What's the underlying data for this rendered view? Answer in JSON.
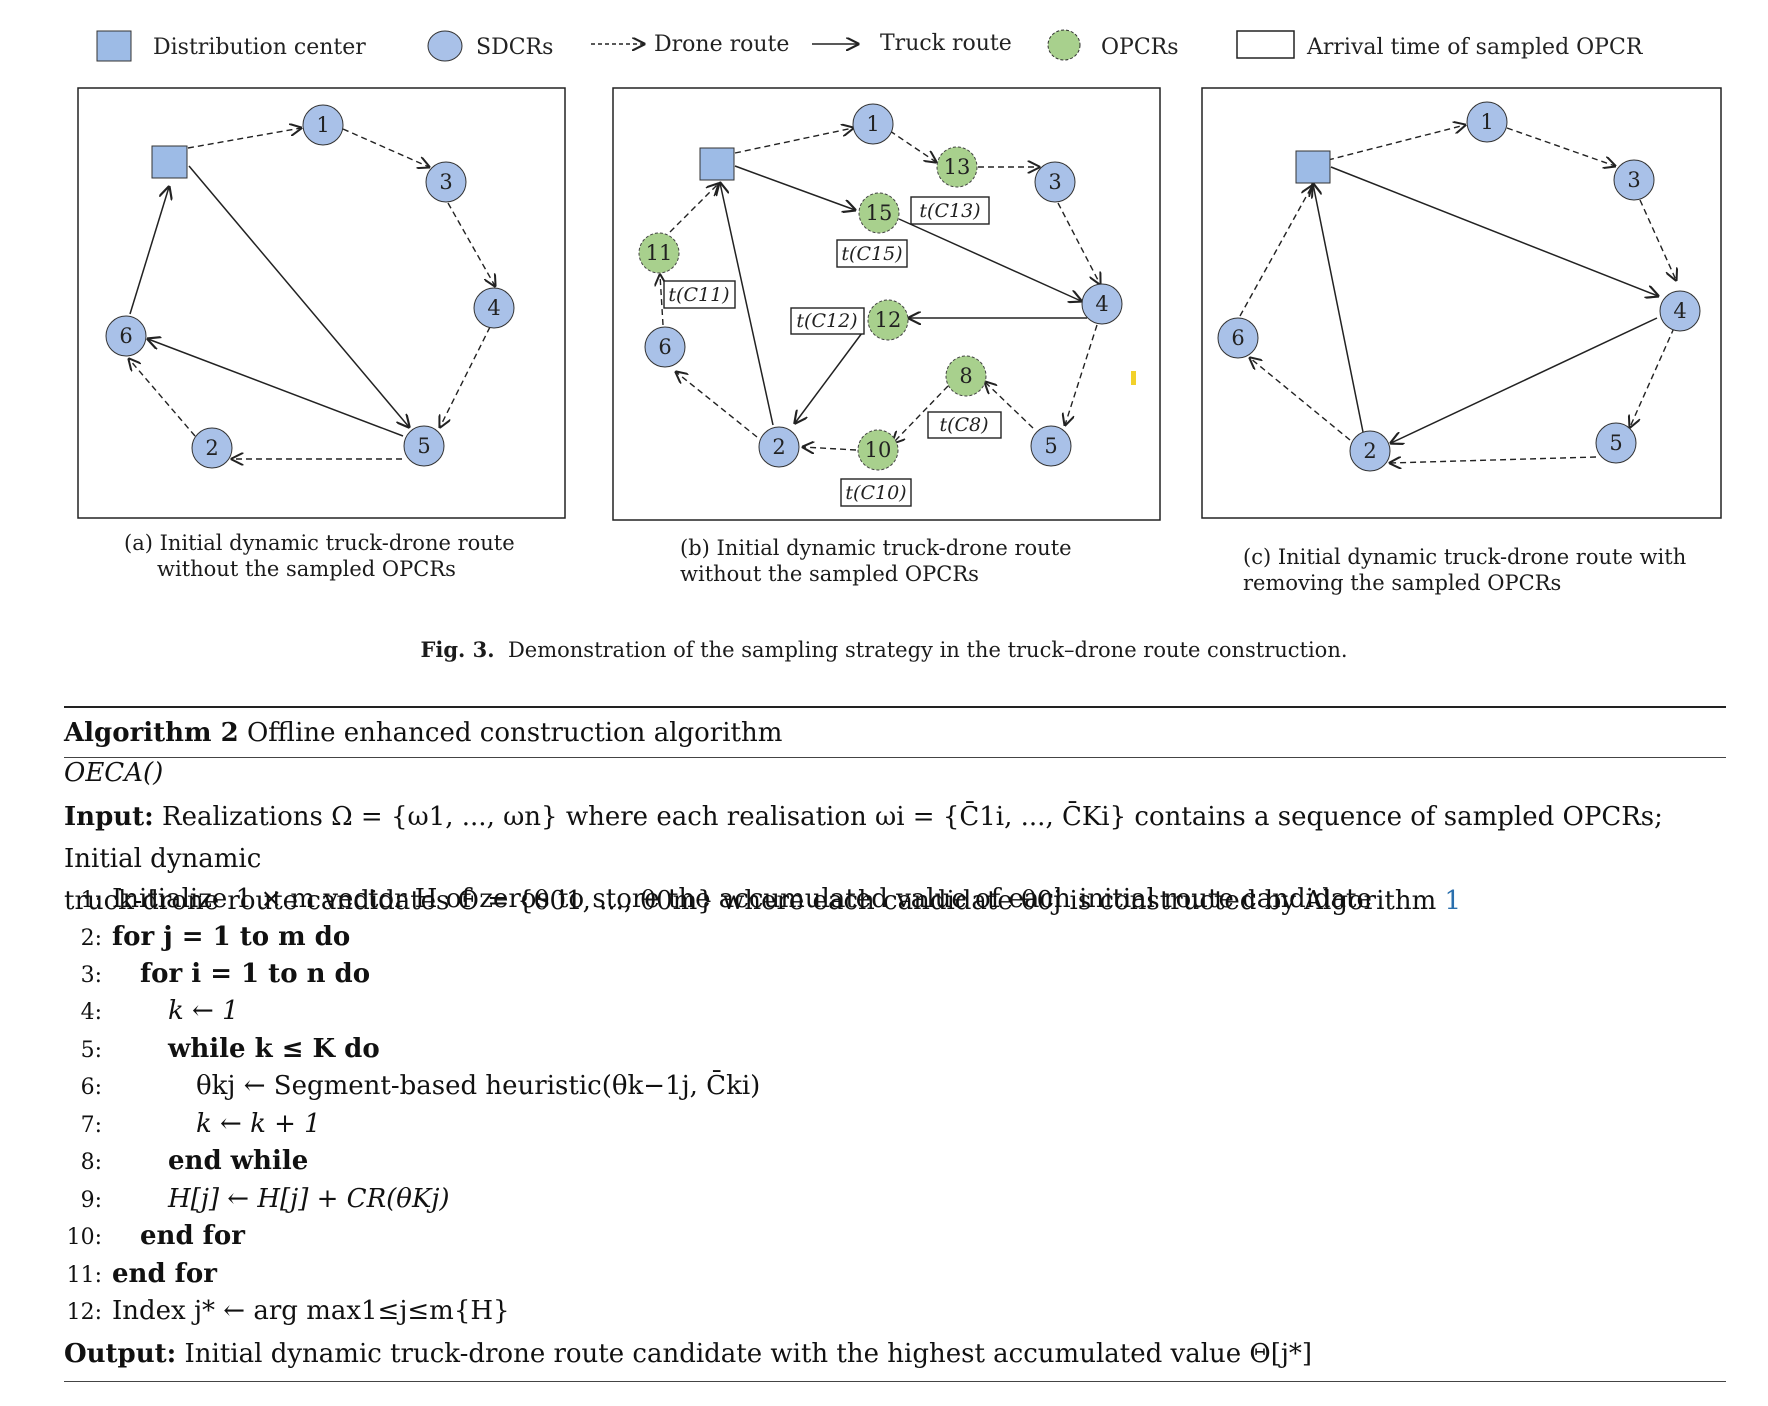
{
  "legend": {
    "distribution_center": "Distribution center",
    "sdcrs": "SDCRs",
    "drone_route": "Drone route",
    "truck_route": "Truck route",
    "opcrs": "OPCRs",
    "arrival_time": "Arrival time of sampled OPCR"
  },
  "panel_a": {
    "nodes": [
      "1",
      "3",
      "4",
      "5",
      "2",
      "6"
    ],
    "caption_line1": "(a) Initial dynamic truck-drone route",
    "caption_line2": "without the sampled OPCRs"
  },
  "panel_b": {
    "sdcr_nodes": [
      "1",
      "3",
      "4",
      "5",
      "2",
      "6"
    ],
    "opcr_nodes": [
      "13",
      "15",
      "11",
      "12",
      "8",
      "10"
    ],
    "time_labels": [
      "t(C13)",
      "t(C15)",
      "t(C11)",
      "t(C12)",
      "t(C8)",
      "t(C10)"
    ],
    "caption_line1": "(b) Initial dynamic truck-drone route",
    "caption_line2": "without the sampled OPCRs"
  },
  "panel_c": {
    "nodes": [
      "1",
      "3",
      "4",
      "5",
      "2",
      "6"
    ],
    "caption_line1": "(c) Initial dynamic truck-drone route with",
    "caption_line2": "removing the sampled OPCRs"
  },
  "figure_caption": {
    "label": "Fig. 3.",
    "text": "Demonstration of the sampling strategy in the truck–drone route construction."
  },
  "algorithm": {
    "label": "Algorithm 2",
    "title": "Offline enhanced construction algorithm",
    "function": "OECA()",
    "input_label": "Input:",
    "input_text_1": "Realizations Ω = {ω1, ..., ωn} where each realisation ωi = {C̄1i, ..., C̄Ki} contains a sequence of sampled OPCRs; Initial dynamic",
    "input_text_2a": "truck-drone route candidates Θ = {θ01, ..., θ0m} where each candidate θ0j is constructed by Algorithm ",
    "input_text_2b": "1",
    "lines": [
      {
        "n": "1:",
        "text": "Initialize 1 × m vector H of zeros to store the accumulated value of each initial route candidate"
      },
      {
        "n": "2:",
        "text": "for  j = 1 to m do"
      },
      {
        "n": "3:",
        "text": "for i = 1 to n do"
      },
      {
        "n": "4:",
        "text": "k ← 1"
      },
      {
        "n": "5:",
        "text": "while k ≤ K do"
      },
      {
        "n": "6:",
        "text": "θkj ← Segment-based heuristic(θk−1j, C̄ki)"
      },
      {
        "n": "7:",
        "text": "k ← k + 1"
      },
      {
        "n": "8:",
        "text": "end while"
      },
      {
        "n": "9:",
        "text": "H[j] ← H[j] + CR(θKj)"
      },
      {
        "n": "10:",
        "text": "end for"
      },
      {
        "n": "11:",
        "text": "end for"
      },
      {
        "n": "12:",
        "text": "Index j* ← arg max1≤j≤m{H}"
      }
    ],
    "output_label": "Output:",
    "output_text": "Initial dynamic truck-drone route candidate with the highest accumulated value Θ[j*]"
  },
  "colors": {
    "sdcr_fill": "#a9c1e8",
    "opcr_fill": "#a8d08d",
    "depot_fill": "#9dbbe6",
    "link": "#2a6fad"
  }
}
